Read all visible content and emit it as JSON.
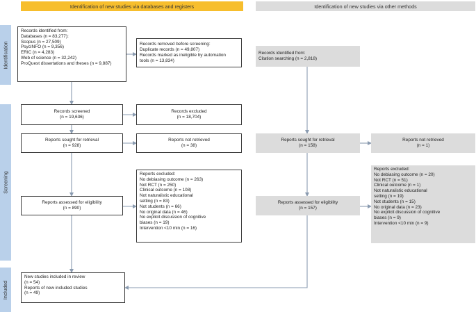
{
  "headers": {
    "databases": "Identification of new studies via databases and registers",
    "other": "Identification of new studies via other methods"
  },
  "sidebars": {
    "identification": "Identification",
    "screening": "Screening",
    "included": "Included"
  },
  "databases": {
    "identified": {
      "lines": [
        "Records identified from:",
        "Databases (n = 83,277):",
        "Scopus (n = 27,509)",
        "PsycINFO (n = 9,356)",
        "ERIC (n = 4,283)",
        "Web of science (n = 32,242)",
        "ProQuest dissertations and theses (n = 9,887)"
      ]
    },
    "removed": {
      "lines": [
        "Records removed before screening:",
        "Duplicate records (n = 49,807)",
        "Records marked as ineligible by automation",
        "tools (n = 13,834)"
      ]
    },
    "screened": {
      "lines": [
        "Records screened",
        "(n = 19,636)"
      ]
    },
    "excluded": {
      "lines": [
        "Records excluded",
        "(n = 18,704)"
      ]
    },
    "sought": {
      "lines": [
        "Reports sought for retrieval",
        "(n = 928)"
      ]
    },
    "not_retrieved": {
      "lines": [
        "Reports not retrieved",
        "(n = 38)"
      ]
    },
    "assessed": {
      "lines": [
        "Reports assessed for eligibility",
        "(n = 890)"
      ]
    },
    "reports_excluded": {
      "lines": [
        "Reports excluded:",
        "No debiasing outcome (n = 263)",
        "Not RCT (n = 250)",
        "Clinical outcome (n = 108)",
        "Not naturalistic educational",
        "setting (n = 83)",
        "Not students (n = 66)",
        "No original data (n = 46)",
        "No explicit discussion of cognitive",
        "biases (n = 19)",
        "Intervention <10 min (n = 16)"
      ]
    },
    "included": {
      "lines": [
        "New studies included in review",
        "(n = 54)",
        "Reports of new included studies",
        "(n = 49)"
      ]
    }
  },
  "other": {
    "identified": {
      "lines": [
        "Records identified from:",
        "Citation searching (n = 2,818)"
      ]
    },
    "sought": {
      "lines": [
        "Reports sought for retrieval",
        "(n = 158)"
      ]
    },
    "not_retrieved": {
      "lines": [
        "Reports not retrieved",
        "(n = 1)"
      ]
    },
    "assessed": {
      "lines": [
        "Reports assessed for eligibility",
        "(n = 157)"
      ]
    },
    "reports_excluded": {
      "lines": [
        "Reports excluded:",
        "No debiasing outcome (n = 20)",
        "Not RCT (n = 51)",
        "Clinical outcome (n = 1)",
        "Not naturalistic educational",
        "setting (n = 19)",
        "Not students (n = 15)",
        "No original data (n = 23)",
        "No explicit discussion of cognitive",
        "biases (n = 9)",
        "Intervention <10 min (n = 9)"
      ]
    }
  },
  "colors": {
    "database_header": "#f7be2d",
    "other_header": "#dcdcdc",
    "sidebar": "#b9d0ea",
    "box_border": "#3a3a3a"
  }
}
